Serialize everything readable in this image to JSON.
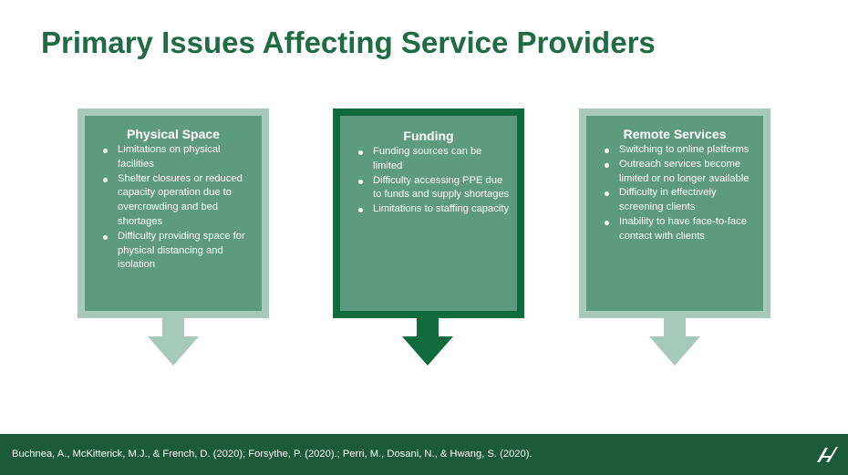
{
  "slide": {
    "title": "Primary Issues Affecting Service Providers"
  },
  "cards": [
    {
      "title": "Physical Space",
      "highlighted": false,
      "items": [
        "Limitations on physical facilities",
        "Shelter closures or reduced capacity operation due to overcrowding and bed shortages",
        "Difficulty providing space for physical distancing and isolation"
      ]
    },
    {
      "title": "Funding",
      "highlighted": true,
      "items": [
        "Funding sources can be limited",
        "Difficulty accessing PPE due to funds and supply shortages",
        "Limitations to staffing capacity"
      ]
    },
    {
      "title": "Remote Services",
      "highlighted": false,
      "items": [
        "Switching to online platforms",
        "Outreach services become limited or no longer available",
        "Difficulty in effectively screening clients",
        "Inability to have face-to-face contact with clients"
      ]
    }
  ],
  "footer": {
    "citation": "Buchnea, A., McKitterick, M.J., & French, D. (2020); Forsythe, P. (2020).; Perri, M., Dosani, N., & Hwang, S. (2020).",
    "logo_icon": "university-logo-icon"
  },
  "colors": {
    "title": "#1f6b43",
    "card_border_light": "#a7c9ba",
    "card_border_dark": "#0f6b3c",
    "card_fill": "#5e9a80",
    "footer": "#1d5a3c"
  }
}
